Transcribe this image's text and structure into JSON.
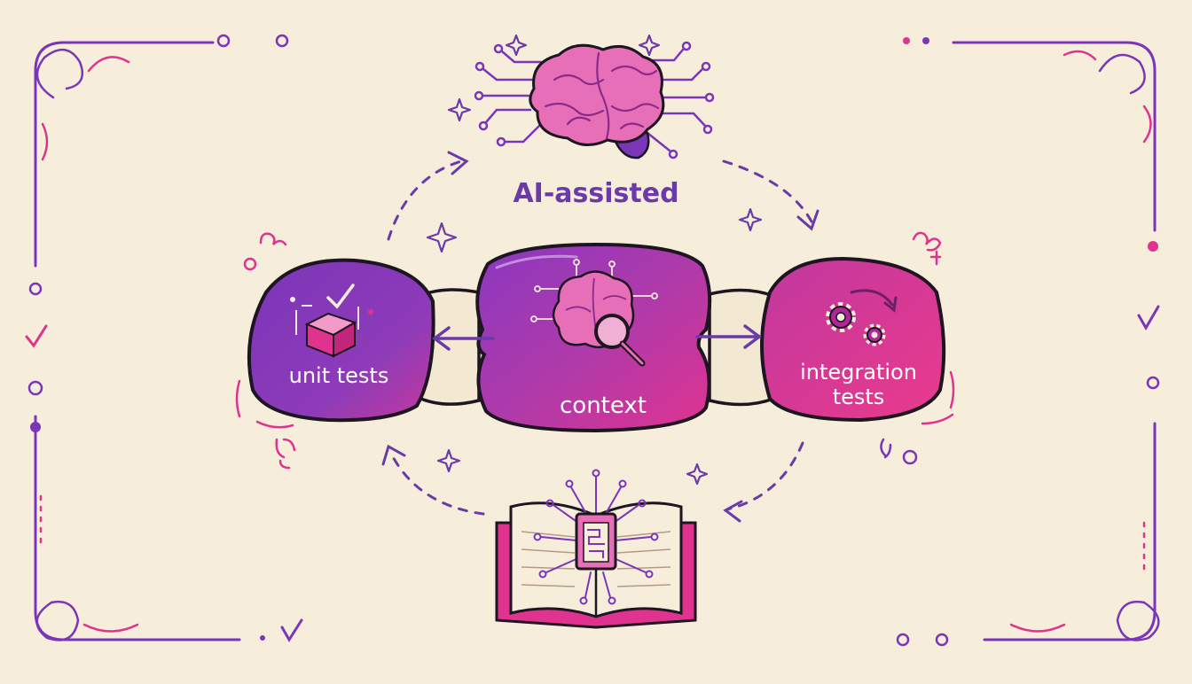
{
  "diagram": {
    "top_label": "AI-assisted",
    "left_label": "unit tests",
    "center_label": "context",
    "right_label_line1": "integration",
    "right_label_line2": "tests"
  },
  "colors": {
    "background": "#f6eedb",
    "ink": "#1d1620",
    "purple": "#7a35b8",
    "deep_purple": "#5e2a9c",
    "magenta": "#e0338f",
    "pink": "#e66fb8",
    "label_purple": "#6a3aa8"
  },
  "icons": [
    "brain-circuit-icon",
    "unit-test-box-icon",
    "check-icon",
    "brain-magnifier-icon",
    "gears-icon",
    "book-chip-icon",
    "left-arrow-icon",
    "right-arrow-icon",
    "sparkle-icon",
    "frame-decoration"
  ]
}
